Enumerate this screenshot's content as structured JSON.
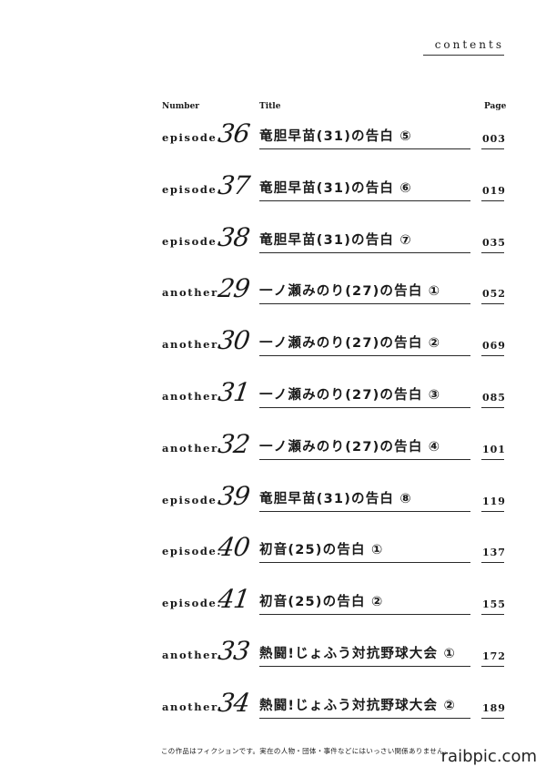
{
  "header": {
    "title": "contents"
  },
  "columns": {
    "number": "Number",
    "title": "Title",
    "page": "Page"
  },
  "entries": [
    {
      "prefix": "episode.",
      "number": "36",
      "title": "竜胆早苗(31)の告白 ⑤",
      "page": "003"
    },
    {
      "prefix": "episode.",
      "number": "37",
      "title": "竜胆早苗(31)の告白 ⑥",
      "page": "019"
    },
    {
      "prefix": "episode.",
      "number": "38",
      "title": "竜胆早苗(31)の告白 ⑦",
      "page": "035"
    },
    {
      "prefix": "another.",
      "number": "29",
      "title": "一ノ瀬みのり(27)の告白 ①",
      "page": "052"
    },
    {
      "prefix": "another.",
      "number": "30",
      "title": "一ノ瀬みのり(27)の告白 ②",
      "page": "069"
    },
    {
      "prefix": "another.",
      "number": "31",
      "title": "一ノ瀬みのり(27)の告白 ③",
      "page": "085"
    },
    {
      "prefix": "another.",
      "number": "32",
      "title": "一ノ瀬みのり(27)の告白 ④",
      "page": "101"
    },
    {
      "prefix": "episode.",
      "number": "39",
      "title": "竜胆早苗(31)の告白 ⑧",
      "page": "119"
    },
    {
      "prefix": "episode.",
      "number": "40",
      "title": "初音(25)の告白 ①",
      "page": "137"
    },
    {
      "prefix": "episode.",
      "number": "41",
      "title": "初音(25)の告白 ②",
      "page": "155"
    },
    {
      "prefix": "another.",
      "number": "33",
      "title": "熱闘!じょふう対抗野球大会 ①",
      "page": "172"
    },
    {
      "prefix": "another.",
      "number": "34",
      "title": "熱闘!じょふう対抗野球大会 ②",
      "page": "189"
    }
  ],
  "disclaimer": "この作品はフィクションです。実在の人物・団体・事件などにはいっさい関係ありません。",
  "watermark": "raibpic.com"
}
